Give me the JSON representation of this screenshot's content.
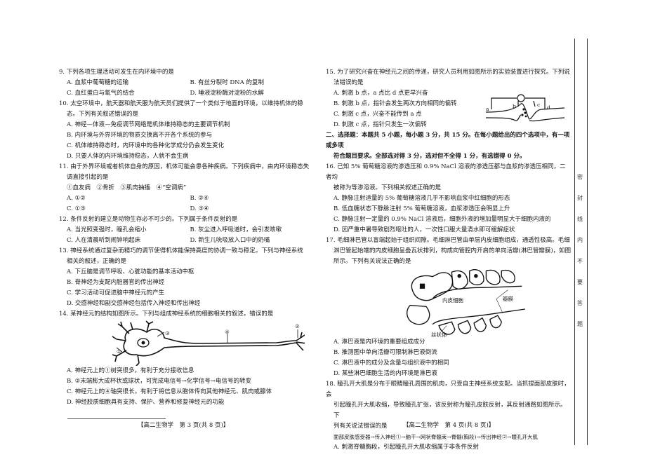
{
  "left": {
    "q9": {
      "stem": "9. 下列各项生理活动可发生在内环境中的是",
      "options": [
        "A. 血浆中葡萄糖的运输",
        "B. 有丝分裂时 DNA 的复制",
        "C. 血红蛋白与氧气的结合",
        "D. 唾液淀粉酶对淀粉的水解"
      ]
    },
    "q10": {
      "stem": [
        "10. 太空环境中，航天器和航天服为航天员们提供了一个类似于地面的环境，以维持机体的稳",
        "态。下列有关叙述错误的是"
      ],
      "options": [
        "A. 神经—体液—免疫调节网络是机体维持稳态的主要调节机制",
        "B. 内环境与外界环境的物质交换离不开各个系统的参与",
        "C. 机体维持稳态时，内环境中的各种化学成分仍会发生变化",
        "D. 只要人体的内环境维持稳态，人就不会生病"
      ]
    },
    "q11": {
      "stem": [
        "11. 由于外界环境或者机体自身的原因，机体可能会患各种疾病。下列疾病中，由内环境稳态失",
        "调直接引起的是"
      ],
      "items": "①血友病　②骨折　③肌肉抽搐　④“空调病”",
      "options": [
        "A. ①②",
        "B. ②④",
        "C. ①③",
        "D. ③④"
      ]
    },
    "q12": {
      "stem": "12. 条件反射的建立是动物生存必不可少的。下列属于条件反射的是",
      "options": [
        "A. 当光照变强时，瞳孔会缩小",
        "B. 灰尘进入呼吸道时，会引发咳嗽",
        "C. 人在清晨听到闹钟响起床",
        "D. 新生儿吮吸放入口中的奶嘴"
      ]
    },
    "q13": {
      "stem": [
        "13. 神经系统通过复杂而精巧的调节使得机体能保持高度的协调一致与稳定。下列与神经系统",
        "相关的叙述，正确的是"
      ],
      "options": [
        "A. 下丘脑是调节呼吸、心脏功能的基本活动中枢",
        "B. 脊神经为支配内脏器官的传出神经",
        "C. 学习活动可促进脑中神经元的产生",
        "D. 交感神经和副交感神经包括传入神经和传出神经"
      ]
    },
    "q14": {
      "stem": "14. 某神经元的结构如图所示。下列与组成神经系统的细胞相关的叙述，错误的是",
      "figure_labels": [
        "①",
        "②",
        "③",
        "④"
      ],
      "options": [
        "A. 神经元上的①树突很多，有利于充分接收信息",
        "B. ②末端膨大成杯状或球状，可完成电信号→化学信号→电信号的转变",
        "C. 神经元上的④轴突很长，有利于将信息从胞体传向其他神经元、肌肉或腺体",
        "D. 神经胶质细胞具有支持、保护、营养和修复神经元的功能"
      ]
    },
    "footer": "【高二生物学　第 3 页(共 8 页)】"
  },
  "right": {
    "q15": {
      "stem": [
        "15. 为了研究兴奋在神经元之间的传递，研究人员利用如图所示的实验装置进行探究。下列说",
        "法错误的是"
      ],
      "figure_labels": [
        "a",
        "b",
        "c",
        "d"
      ],
      "options": [
        "A. 刺激 b 点，a 点比 d 点更早兴奋",
        "B. 刺激 b 点，指针会发生两次方向相同的偏转",
        "C. 刺激 c 点，兴奋不能传到 a 点",
        "D. 刺激 c 点，指针只发生一次偏转"
      ]
    },
    "section2": [
      "二、选择题：本题共 5 小题，每小题 3 分，共 15 分。在每小题给出的四个选项中，有一项或多项",
      "符合题目要求。全部选对得 3 分，选对但不全得 1 分，有选错得 0 分。"
    ],
    "q16": {
      "stem": [
        "16. 已知 5% 葡萄糖溶液的渗透压和 0.9% NaCl 溶液的渗透压都与血浆的渗透压相同，二者均",
        "被称为等渗溶液。下列相关叙述正确的是"
      ],
      "options": [
        "A. 静脉注射适量的 5% 葡萄糖溶液几乎不影响血浆中红细胞的形态",
        "B. 低血糖状态下静脉注射 5% 葡萄糖溶液，血浆渗透压会明显上升",
        "C. 静脉注射一定量的 0.9% NaCl 溶液后，细胞外液的增加量明显大于细胞内液的",
        "D. 因严重中暑导致剧烈呕吐的人，一次性口服大量清水即可缓解症状"
      ]
    },
    "q17": {
      "stem": [
        "17. 毛细淋巴管以盲端起始于组织间隙。毛细淋巴管由单层内皮细胞组成，通透性极高。毛细",
        "淋巴管起始端的内皮细胞呈叠瓦状排列，构成向管腔内开启的单向活瓣(淋巴管瓣膜)，如图",
        "所示。下列有关说法正确的是"
      ],
      "figure_labels": [
        "内皮细胞",
        "瓣膜",
        "丝状体"
      ],
      "options": [
        "A. 淋巴液是内环境的重要组成成分",
        "B. 推测图中单向活瓣可限制淋巴液倒流",
        "C. 淋巴液中的成分及含量与组织液中的相同",
        "D. 某些淋巴细胞生活的内环境是淋巴液"
      ]
    },
    "q18": {
      "stem": [
        "18. 瞳孔开大肌是分布于眼睛瞳孔周围的肌肉，只受自主神经系统支配。当抓捏面部皮肤时，会",
        "引起瞳孔开大肌收缩，导致瞳孔扩张，该反射称为瞳孔皮肤反射，其反射通路如图所示。下",
        "列有关说法错误的是"
      ],
      "pathway": "面部皮肤感受器→传入神经①→脑干→网状脊髓束→脊髓(胸段)→传出神经②→瞳孔开大肌",
      "options": [
        "A. 刺激脊髓胸段，引起瞳孔开大肌收缩属于非条件反射"
      ]
    },
    "footer": "【高二生物学　第 4 页(共 8 页)】"
  },
  "binding_margin": [
    "密",
    "封",
    "线",
    "内",
    "不",
    "要",
    "答",
    "题"
  ]
}
